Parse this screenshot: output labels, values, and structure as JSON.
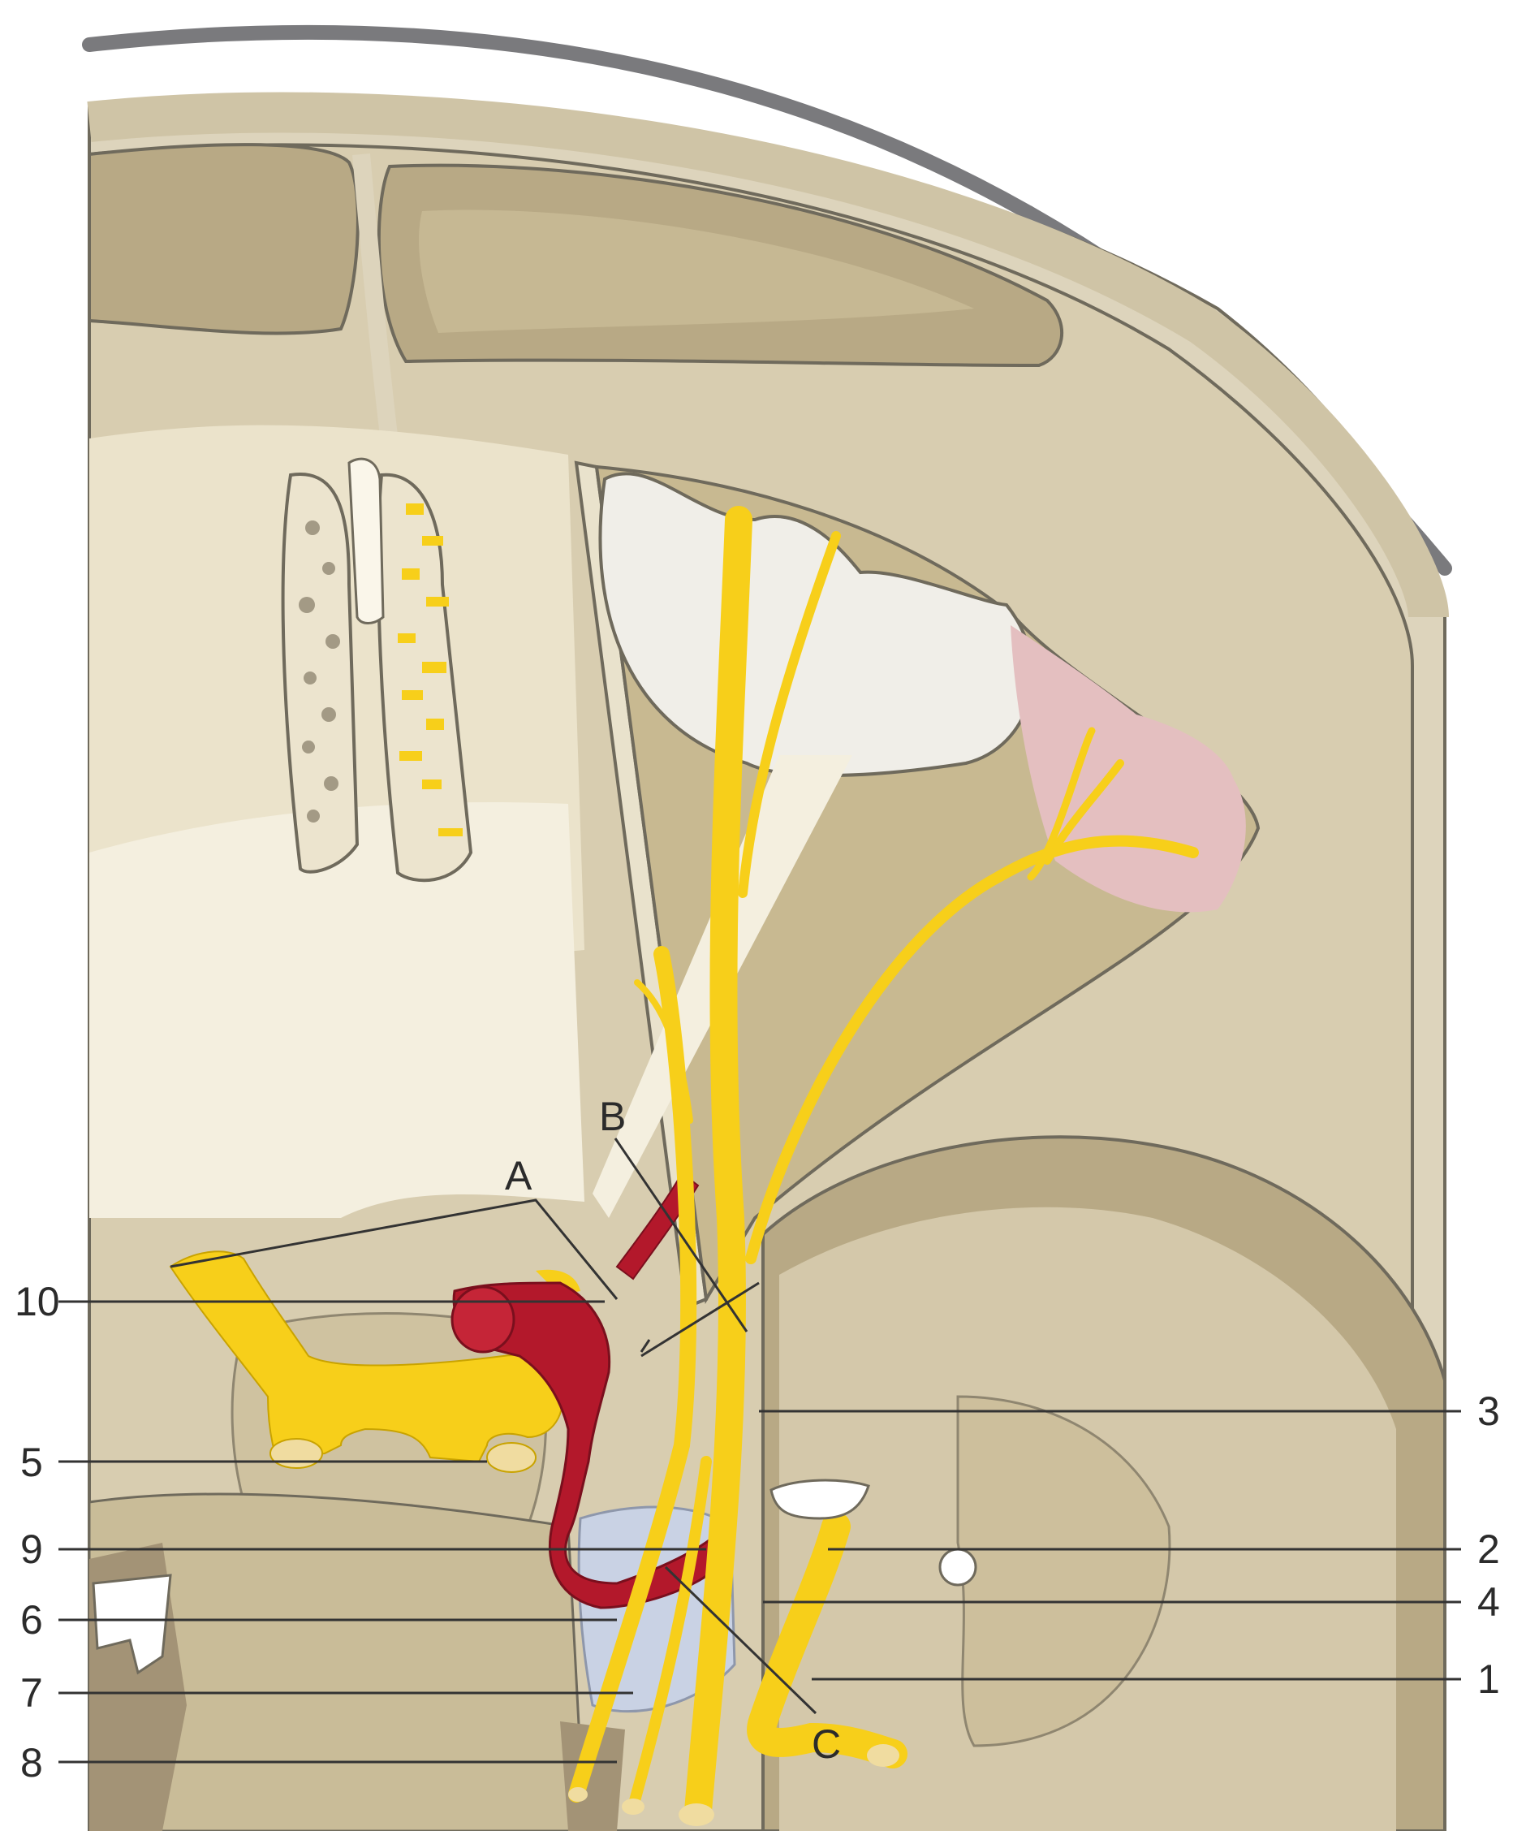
{
  "labels": {
    "n1": "1",
    "n2": "2",
    "n3": "3",
    "n4": "4",
    "n5": "5",
    "n6": "6",
    "n7": "7",
    "n8": "8",
    "n9": "9",
    "n10": "10",
    "A": "A",
    "B": "B",
    "C": "C"
  },
  "colors": {
    "background": "#ffffff",
    "skull_rim": "#7a7a7d",
    "bone_outer": "#ddd4bc",
    "bone_stipple": "#cfc4a6",
    "brain_tissue": "#cfc2a0",
    "brain_dark": "#b6a784",
    "fossa_light": "#f4efdf",
    "nerve_yellow": "#f7cf1a",
    "artery_red": "#b3182b",
    "vein_blue": "#c9d2e4",
    "lesion_pink": "#e4bfc0",
    "outline": "#6f6a5c"
  }
}
